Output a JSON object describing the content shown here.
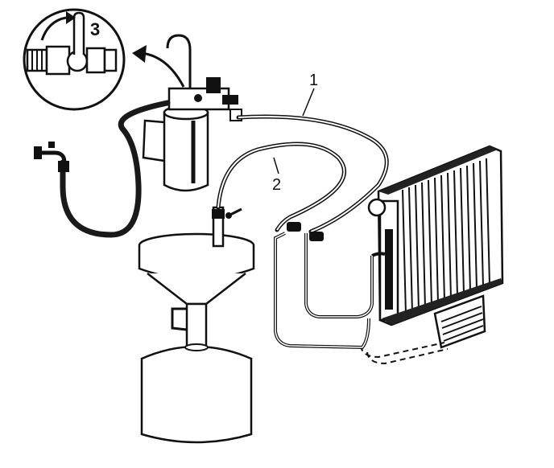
{
  "diagram": {
    "labels": {
      "line1": "1",
      "line2": "2",
      "callout3": "3"
    },
    "colors": {
      "ink": "#111111",
      "paper": "#ffffff",
      "hose": "#1a1a1a"
    }
  }
}
